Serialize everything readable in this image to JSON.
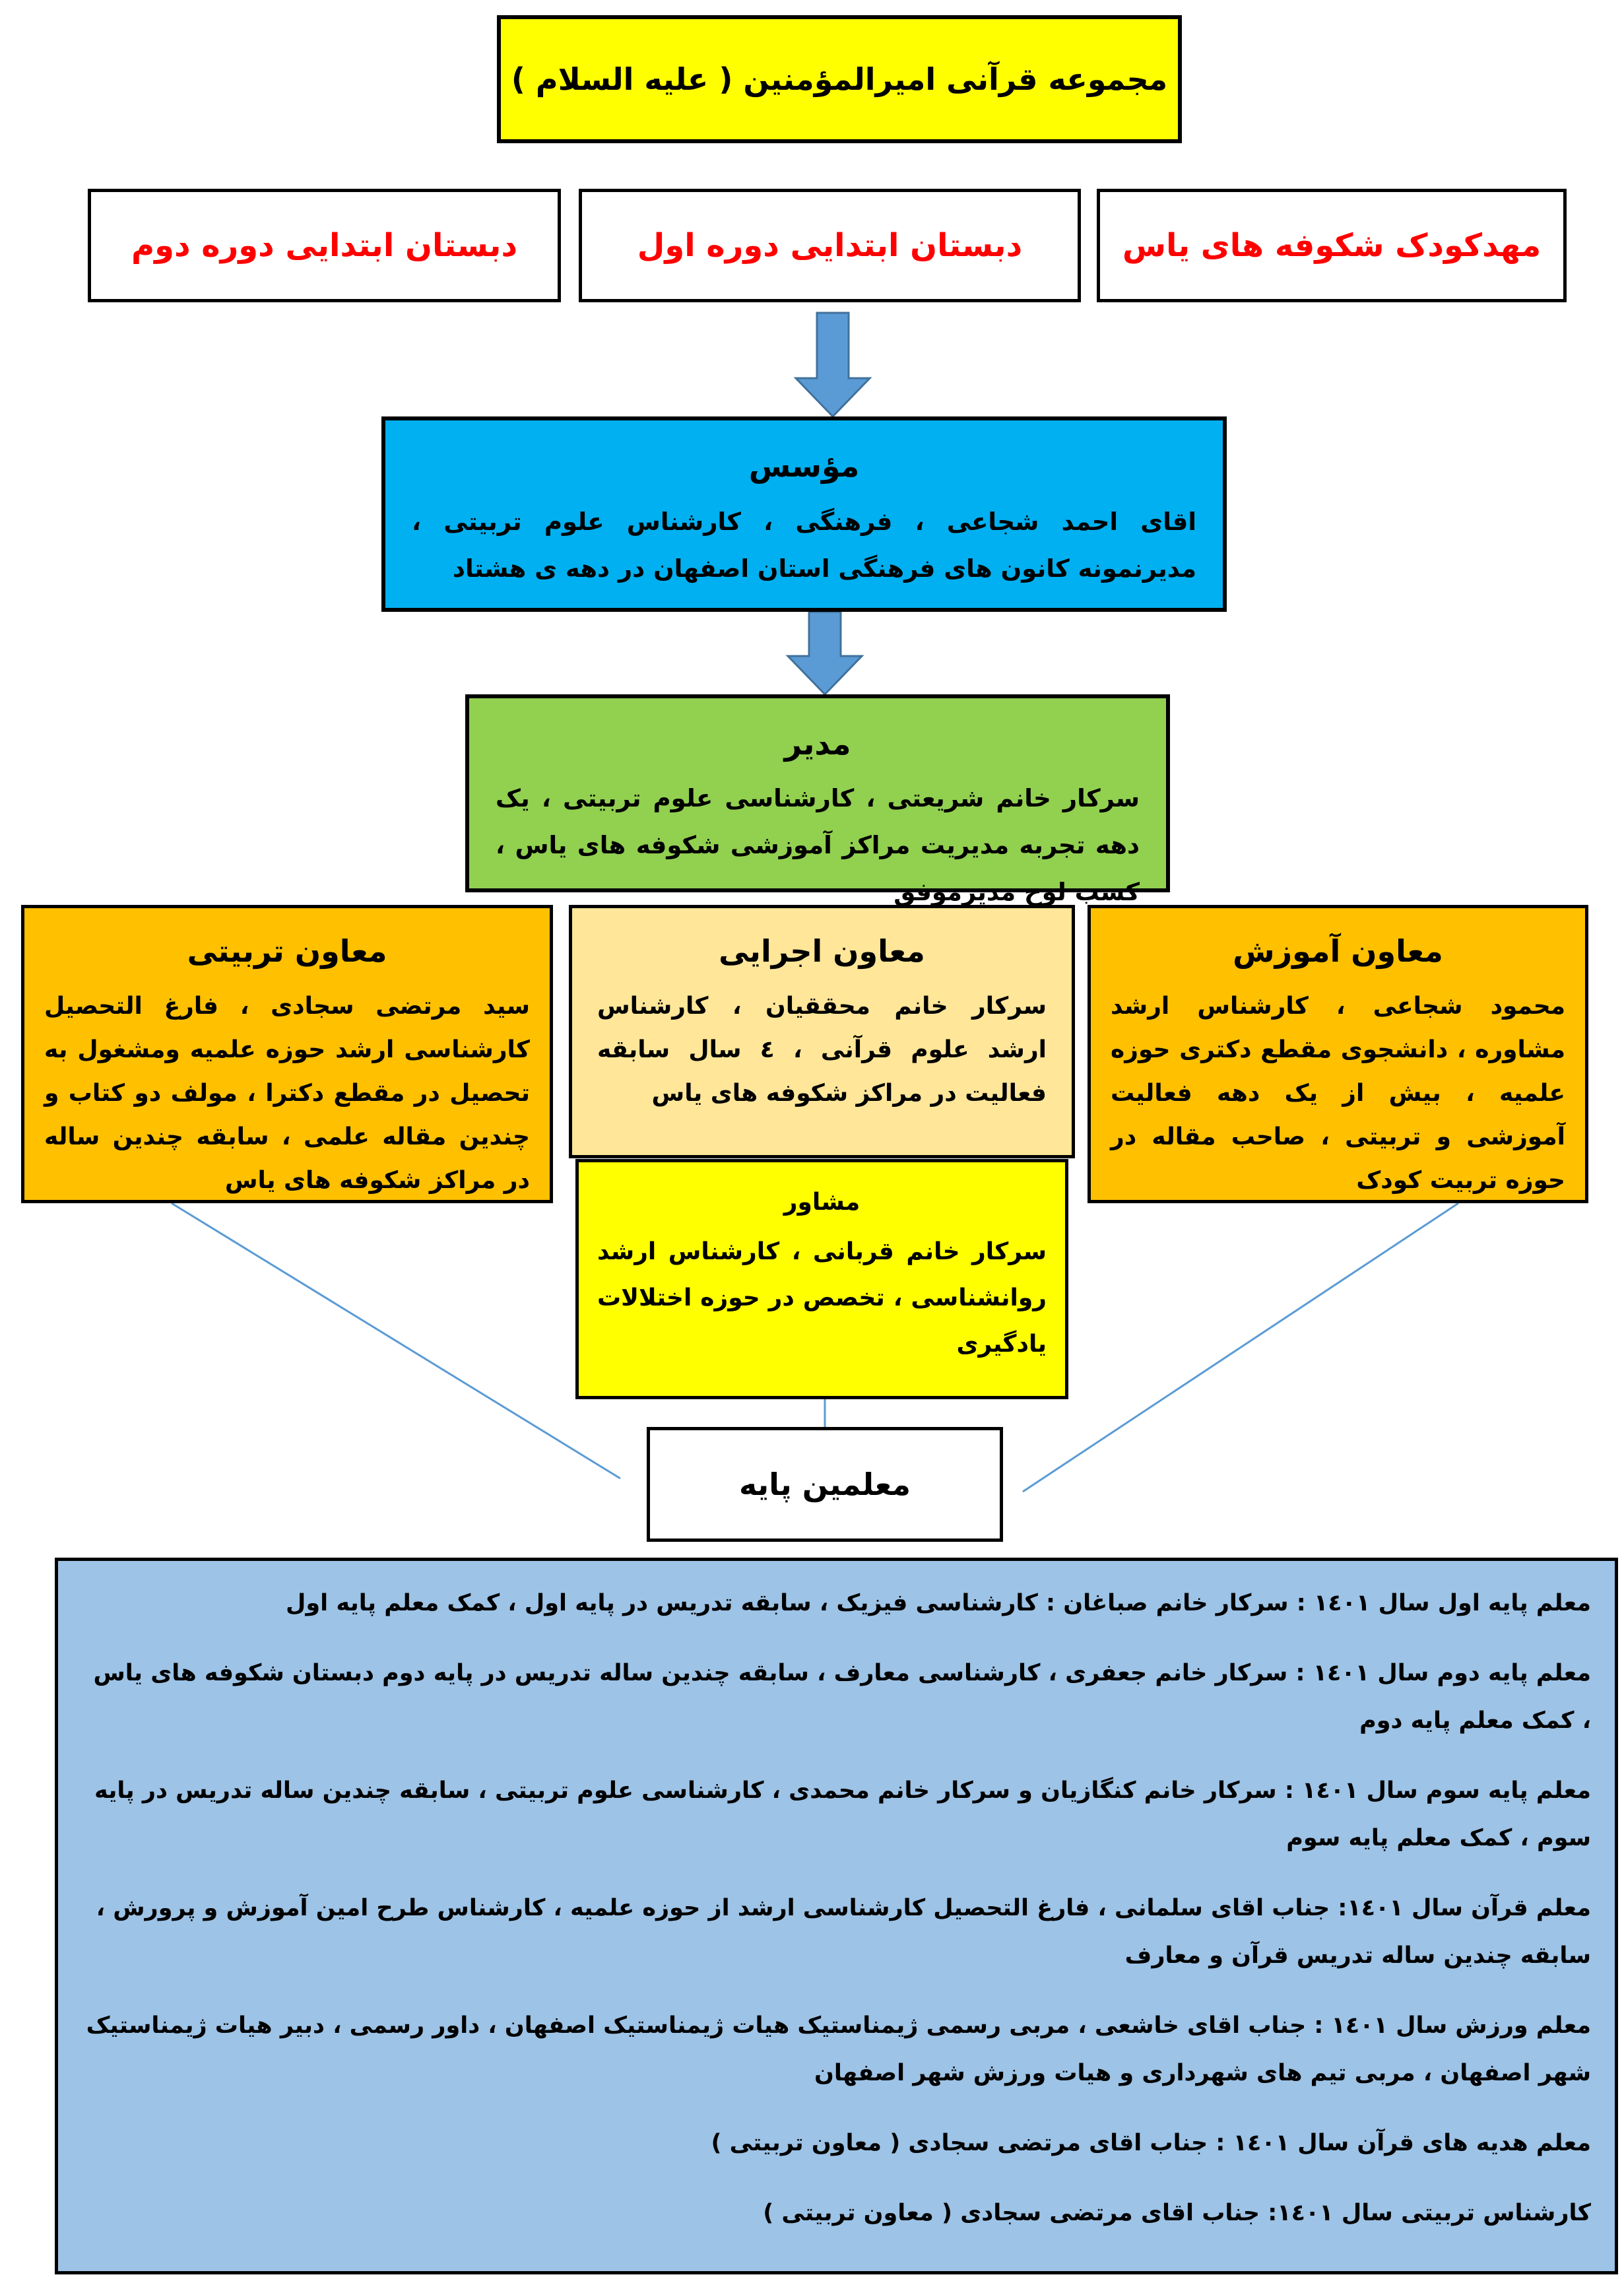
{
  "title": "مجموعه قرآنی امیرالمؤمنین ( علیه السلام )",
  "schools": [
    "مهدکودک شکوفه های یاس",
    "دبستان ابتدایی دوره اول",
    "دبستان ابتدایی دوره دوم"
  ],
  "founder": {
    "heading": "مؤسس",
    "text": "اقای احمد شجاعی ، فرهنگی ، کارشناس علوم تربیتی ، مدیرنمونه کانون های فرهنگی استان اصفهان در دهه ی هشتاد"
  },
  "manager": {
    "heading": "مدیر",
    "text": "سرکار خانم شریعتی ، کارشناسی علوم تربیتی ، یک دهه تجربه مدیریت مراکز آموزشی شکوفه های یاس ، کسب لوح مدیرموفق"
  },
  "deputies": {
    "education": {
      "heading": "معاون آموزش",
      "text": "محمود شجاعی ، کارشناس ارشد مشاوره ، دانشجوی مقطع دکتری حوزه علمیه ، بیش از یک دهه فعالیت آموزشی و تربیتی ، صاحب مقاله در حوزه تربیت کودک"
    },
    "executive": {
      "heading": "معاون اجرایی",
      "text": "سرکار خانم محققیان ، کارشناس ارشد علوم قرآنی ، ٤ سال سابقه فعالیت در مراکز شکوفه های یاس"
    },
    "training": {
      "heading": "معاون تربیتی",
      "text": "سید مرتضی سجادی ، فارغ التحصیل کارشناسی ارشد حوزه علمیه ومشغول به تحصیل در مقطع دکترا ، مولف دو کتاب و چندین مقاله علمی ، سابقه چندین ساله در مراکز شکوفه های یاس"
    }
  },
  "advisor": {
    "heading": "مشاور",
    "text": "سرکار خانم قربانی ، کارشناس ارشد روانشناسی ، تخصص در حوزه اختلالات یادگیری"
  },
  "teachers_heading": "معلمین پایه",
  "teachers": [
    "معلم پایه اول سال ۱٤۰۱ : سرکار خانم صباغان : کارشناسی فیزیک ، سابقه تدریس در پایه اول ، کمک معلم پایه اول",
    "معلم پایه دوم سال ۱٤۰۱ : سرکار خانم جعفری ، کارشناسی معارف ، سابقه چندین ساله تدریس در پایه دوم دبستان شکوفه های یاس ، کمک معلم پایه دوم",
    "معلم پایه سوم سال ۱٤۰۱ : سرکار خانم کنگازیان و سرکار خانم محمدی ، کارشناسی علوم تربیتی ، سابقه چندین ساله تدریس در پایه سوم ، کمک معلم پایه سوم",
    "معلم قرآن سال ۱٤۰۱: جناب اقای سلمانی ، فارغ التحصیل کارشناسی ارشد از حوزه علمیه ، کارشناس طرح امین آموزش و پرورش ، سابقه چندین ساله تدریس قرآن و معارف",
    "معلم ورزش سال ۱٤۰۱ : جناب اقای خاشعی ، مربی رسمی ژیمناستیک هیات ژیمناستیک اصفهان ، داور رسمی ، دبیر هیات ژیمناستیک شهر اصفهان ، مربی تیم های شهرداری و هیات ورزش شهر اصفهان",
    "معلم هدیه های قرآن سال ۱٤۰۱ : جناب اقای مرتضی سجادی ( معاون تربیتی )",
    "کارشناس تربیتی سال ۱٤۰۱: جناب اقای مرتضی سجادی ( معاون تربیتی )"
  ],
  "colors": {
    "title_bg": "#ffff00",
    "school_text": "#ff0000",
    "founder_bg": "#00b0f0",
    "manager_bg": "#92d050",
    "deputy_bg": "#ffc000",
    "executive_bg": "#ffe699",
    "advisor_bg": "#ffff00",
    "teachers_list_bg": "#9dc3e6",
    "arrow": "#5b9bd5"
  }
}
